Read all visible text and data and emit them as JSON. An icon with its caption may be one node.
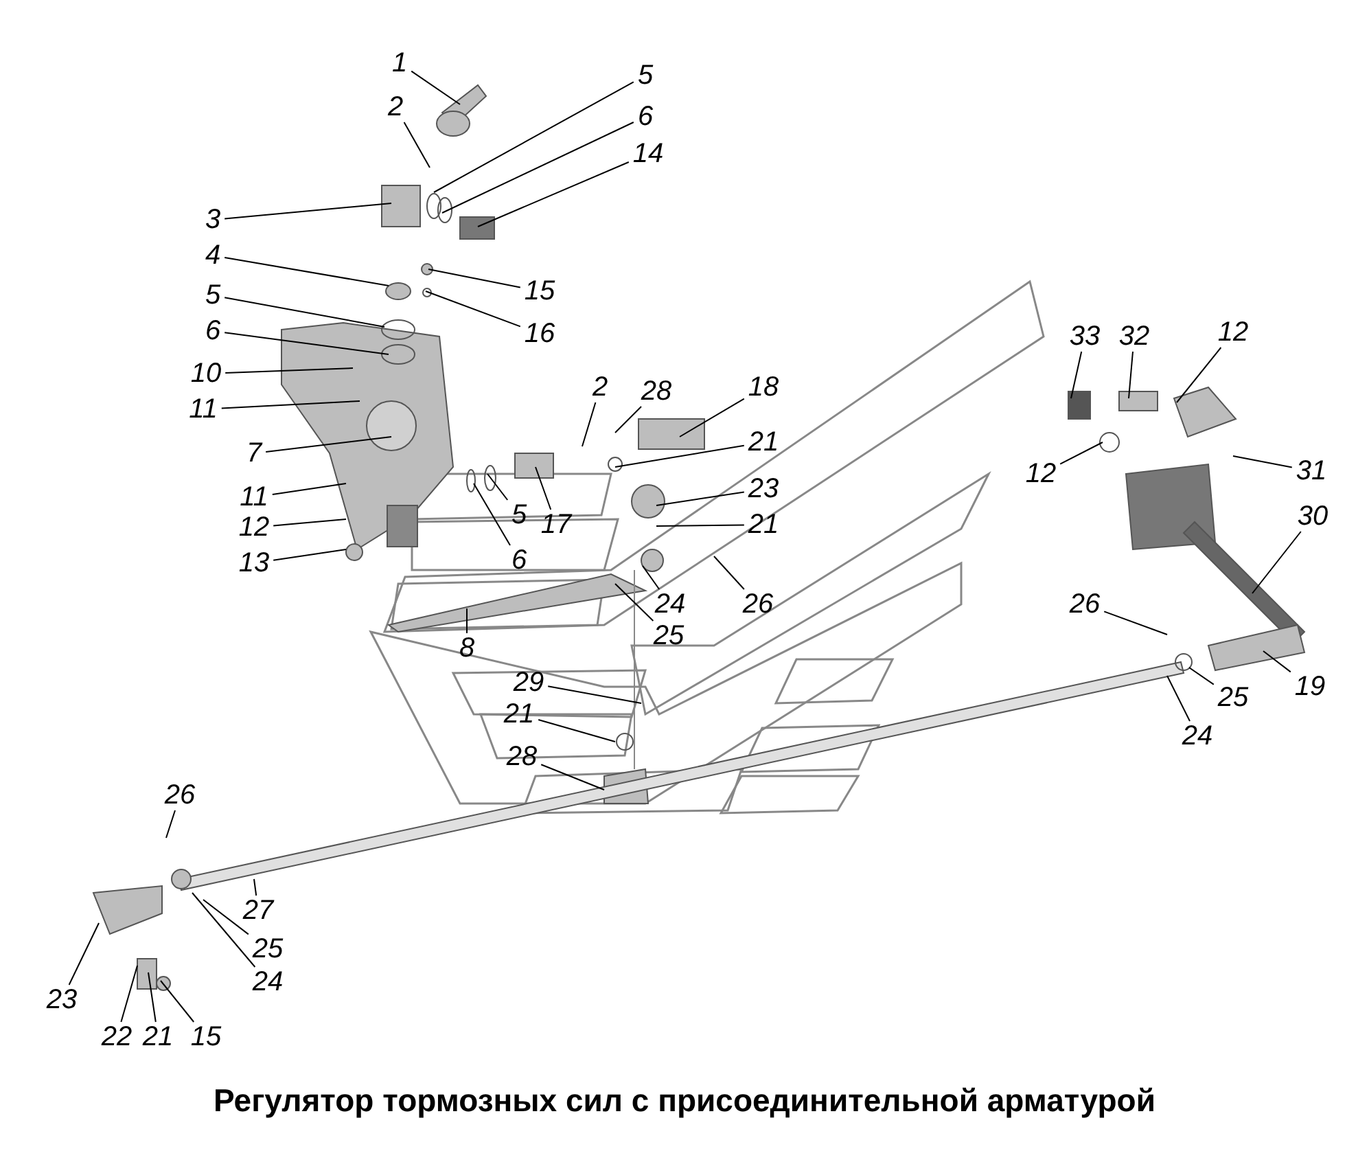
{
  "diagram": {
    "title": "Регулятор тормозных сил с присоединительной арматурой",
    "nodes": [
      {
        "text": [
          "1"
        ]
      },
      {
        "text": [
          "2"
        ]
      },
      {
        "text": [
          "5"
        ]
      },
      {
        "text": [
          "6"
        ]
      },
      {
        "text": [
          "14"
        ]
      },
      {
        "text": [
          "3"
        ]
      },
      {
        "text": [
          "4"
        ]
      },
      {
        "text": [
          "15"
        ]
      },
      {
        "text": [
          "5"
        ]
      },
      {
        "text": [
          "16"
        ]
      },
      {
        "text": [
          "6"
        ]
      },
      {
        "text": [
          "10"
        ]
      },
      {
        "text": [
          "11"
        ]
      },
      {
        "text": [
          "2"
        ]
      },
      {
        "text": [
          "28"
        ]
      },
      {
        "text": [
          "18"
        ]
      },
      {
        "text": [
          "33"
        ]
      },
      {
        "text": [
          "32"
        ]
      },
      {
        "text": [
          "12"
        ]
      },
      {
        "text": [
          "7"
        ]
      },
      {
        "text": [
          "21"
        ]
      },
      {
        "text": [
          "12"
        ]
      },
      {
        "text": [
          "31"
        ]
      },
      {
        "text": [
          "11"
        ]
      },
      {
        "text": [
          "23"
        ]
      },
      {
        "text": [
          "5"
        ]
      },
      {
        "text": [
          "17"
        ]
      },
      {
        "text": [
          "12"
        ]
      },
      {
        "text": [
          "21"
        ]
      },
      {
        "text": [
          "30"
        ]
      },
      {
        "text": [
          "6"
        ]
      },
      {
        "text": [
          "13"
        ]
      },
      {
        "text": [
          "24"
        ]
      },
      {
        "text": [
          "26"
        ]
      },
      {
        "text": [
          "26"
        ]
      },
      {
        "text": [
          "25"
        ]
      },
      {
        "text": [
          "8"
        ]
      },
      {
        "text": [
          "29"
        ]
      },
      {
        "text": [
          "19"
        ]
      },
      {
        "text": [
          "25"
        ]
      },
      {
        "text": [
          "21"
        ]
      },
      {
        "text": [
          "24"
        ]
      },
      {
        "text": [
          "28"
        ]
      },
      {
        "text": [
          "26"
        ]
      },
      {
        "text": [
          "27"
        ]
      },
      {
        "text": [
          "25"
        ]
      },
      {
        "text": [
          "24"
        ]
      },
      {
        "text": [
          "23"
        ]
      },
      {
        "text": [
          "22"
        ]
      },
      {
        "text": [
          "21"
        ]
      },
      {
        "text": [
          "15"
        ]
      }
    ],
    "edges": [
      {
        "from": 0,
        "to": null,
        "arrow": "none"
      },
      {
        "from": 1,
        "to": null,
        "arrow": "none"
      },
      {
        "from": 2,
        "to": null,
        "arrow": "none"
      },
      {
        "from": 3,
        "to": null,
        "arrow": "none"
      },
      {
        "from": 4,
        "to": null,
        "arrow": "none"
      },
      {
        "from": 5,
        "to": null,
        "arrow": "none"
      },
      {
        "from": 6,
        "to": null,
        "arrow": "none"
      },
      {
        "from": 7,
        "to": null,
        "arrow": "none"
      },
      {
        "from": 8,
        "to": null,
        "arrow": "none"
      },
      {
        "from": 9,
        "to": null,
        "arrow": "none"
      },
      {
        "from": 10,
        "to": null,
        "arrow": "none"
      },
      {
        "from": 11,
        "to": null,
        "arrow": "none"
      },
      {
        "from": 12,
        "to": null,
        "arrow": "none"
      },
      {
        "from": 13,
        "to": null,
        "arrow": "none"
      },
      {
        "from": 14,
        "to": null,
        "arrow": "none"
      },
      {
        "from": 15,
        "to": null,
        "arrow": "none"
      },
      {
        "from": 16,
        "to": null,
        "arrow": "none"
      },
      {
        "from": 17,
        "to": null,
        "arrow": "none"
      },
      {
        "from": 18,
        "to": null,
        "arrow": "none"
      },
      {
        "from": 19,
        "to": null,
        "arrow": "none"
      },
      {
        "from": 20,
        "to": null,
        "arrow": "none"
      },
      {
        "from": 21,
        "to": null,
        "arrow": "none"
      },
      {
        "from": 22,
        "to": null,
        "arrow": "none"
      },
      {
        "from": 23,
        "to": null,
        "arrow": "none"
      },
      {
        "from": 24,
        "to": null,
        "arrow": "none"
      },
      {
        "from": 25,
        "to": null,
        "arrow": "none"
      },
      {
        "from": 26,
        "to": null,
        "arrow": "none"
      },
      {
        "from": 27,
        "to": null,
        "arrow": "none"
      },
      {
        "from": 28,
        "to": null,
        "arrow": "none"
      },
      {
        "from": 29,
        "to": null,
        "arrow": "none"
      },
      {
        "from": 30,
        "to": null,
        "arrow": "none"
      },
      {
        "from": 31,
        "to": null,
        "arrow": "none"
      },
      {
        "from": 32,
        "to": null,
        "arrow": "none"
      },
      {
        "from": 33,
        "to": null,
        "arrow": "none"
      },
      {
        "from": 34,
        "to": null,
        "arrow": "none"
      },
      {
        "from": 35,
        "to": null,
        "arrow": "none"
      },
      {
        "from": 36,
        "to": null,
        "arrow": "none"
      },
      {
        "from": 37,
        "to": null,
        "arrow": "none"
      },
      {
        "from": 38,
        "to": null,
        "arrow": "none"
      },
      {
        "from": 39,
        "to": null,
        "arrow": "none"
      },
      {
        "from": 40,
        "to": null,
        "arrow": "none"
      },
      {
        "from": 41,
        "to": null,
        "arrow": "none"
      },
      {
        "from": 42,
        "to": null,
        "arrow": "none"
      },
      {
        "from": 43,
        "to": null,
        "arrow": "none"
      },
      {
        "from": 44,
        "to": null,
        "arrow": "none"
      },
      {
        "from": 45,
        "to": null,
        "arrow": "none"
      },
      {
        "from": 46,
        "to": null,
        "arrow": "none"
      },
      {
        "from": 47,
        "to": null,
        "arrow": "none"
      },
      {
        "from": 48,
        "to": null,
        "arrow": "none"
      },
      {
        "from": 49,
        "to": null,
        "arrow": "none"
      },
      {
        "from": 50,
        "to": null,
        "arrow": "none"
      }
    ]
  }
}
